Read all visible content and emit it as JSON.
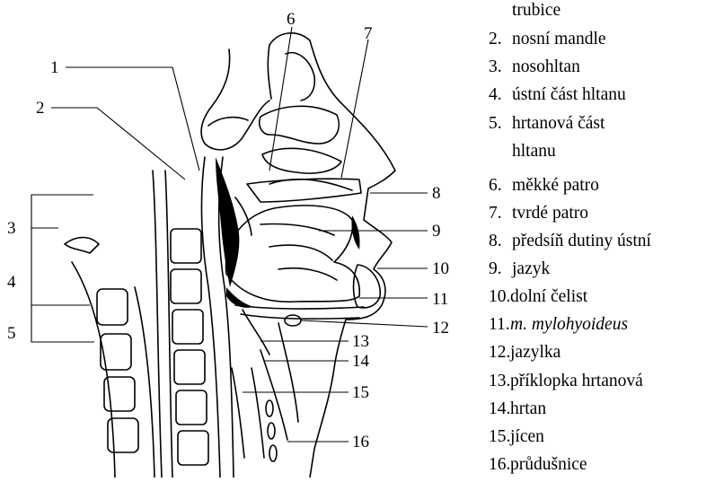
{
  "diagram": {
    "callout_numbers": [
      "1",
      "2",
      "3",
      "4",
      "5",
      "6",
      "7",
      "8",
      "9",
      "10",
      "11",
      "12",
      "13",
      "14",
      "15",
      "16"
    ]
  },
  "legend": [
    {
      "number": "",
      "label": "trubice"
    },
    {
      "number": "2.",
      "label": "nosní mandle"
    },
    {
      "number": "3.",
      "label": "nosohltan"
    },
    {
      "number": "4.",
      "label": "ústní část hltanu"
    },
    {
      "number": "5.",
      "label": "hrtanová část"
    },
    {
      "number": "",
      "label": "hltanu"
    },
    {
      "number": "6.",
      "label": "měkké patro"
    },
    {
      "number": "7.",
      "label": "tvrdé patro"
    },
    {
      "number": "8.",
      "label": "předsíň dutiny ústní"
    },
    {
      "number": "9.",
      "label": "jazyk"
    },
    {
      "number": "10.",
      "label": "dolní čelist"
    },
    {
      "number": "11.",
      "label": "m. mylohyoideus"
    },
    {
      "number": "12.",
      "label": "jazylka"
    },
    {
      "number": "13.",
      "label": "příklopka hrtanová"
    },
    {
      "number": "14.",
      "label": "hrtan"
    },
    {
      "number": "15.",
      "label": "jícen"
    },
    {
      "number": "16.",
      "label": "průdušnice"
    }
  ]
}
